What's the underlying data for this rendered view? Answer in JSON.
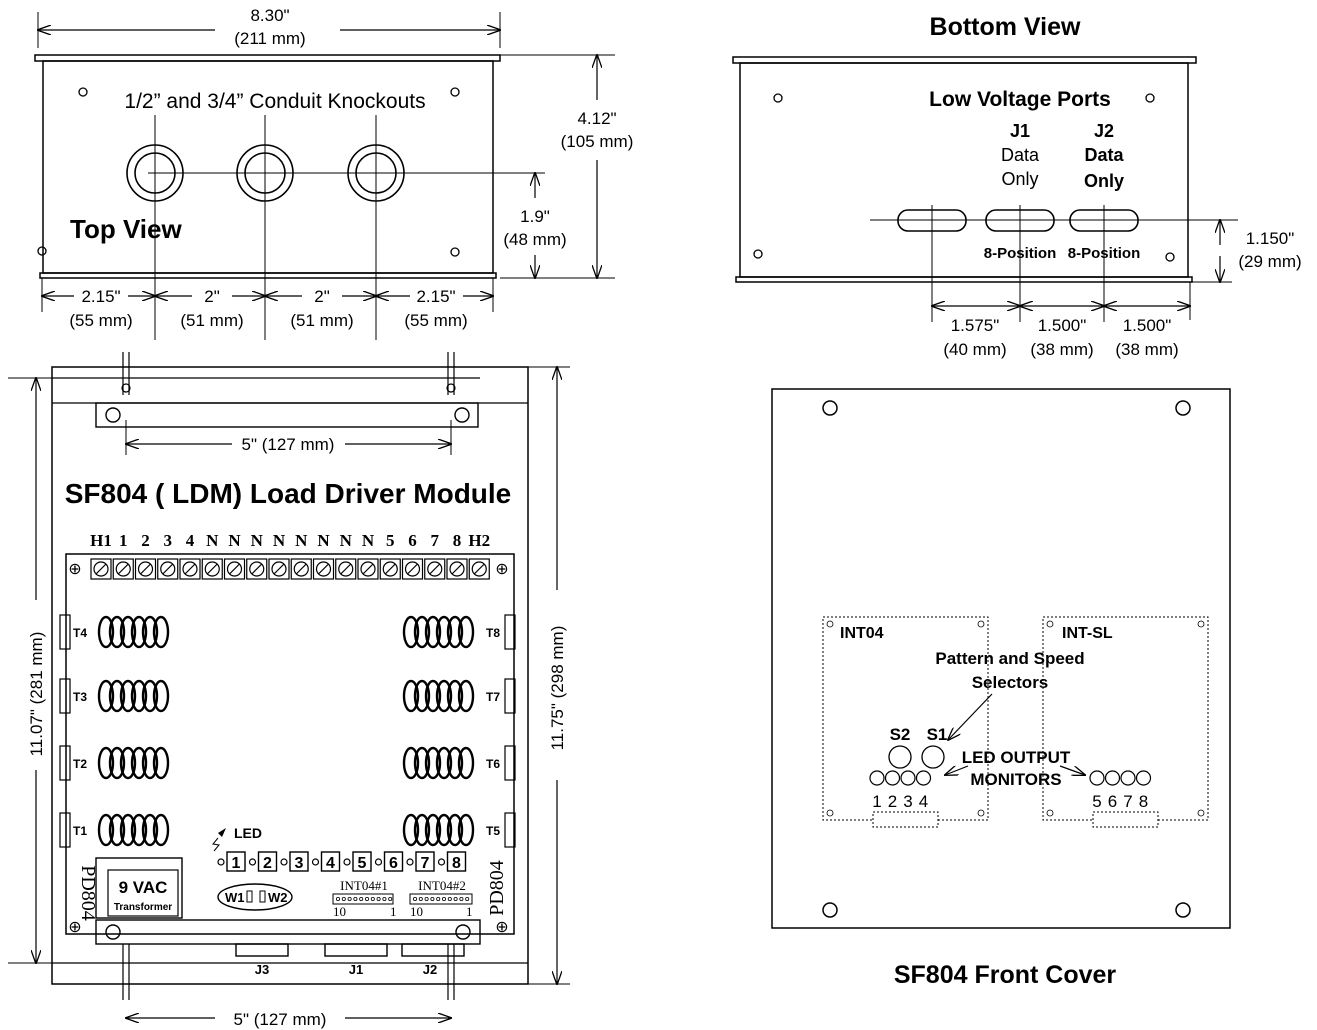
{
  "top_view": {
    "title": "Top View",
    "width_in": "8.30\"",
    "width_mm": "(211 mm)",
    "knockouts_label": "1/2” and 3/4” Conduit Knockouts",
    "height_in": "4.12\"",
    "height_mm": "(105 mm)",
    "center_in": "1.9\"",
    "center_mm": "(48 mm)",
    "spacing": [
      {
        "in": "2.15\"",
        "mm": "(55 mm)"
      },
      {
        "in": "2\"",
        "mm": "(51 mm)"
      },
      {
        "in": "2\"",
        "mm": "(51 mm)"
      },
      {
        "in": "2.15\"",
        "mm": "(55 mm)"
      }
    ]
  },
  "bottom_view": {
    "title": "Bottom View",
    "ports_label": "Low Voltage Ports",
    "j1": {
      "name": "J1",
      "line1": "Data",
      "line2": "Only"
    },
    "j2": {
      "name": "J2",
      "line1": "Data",
      "line2": "Only"
    },
    "pos1": "8-Position",
    "pos2": "8-Position",
    "height_in": "1.150\"",
    "height_mm": "(29 mm)",
    "spacing": [
      {
        "in": "1.575\"",
        "mm": "(40 mm)"
      },
      {
        "in": "1.500\"",
        "mm": "(38 mm)"
      },
      {
        "in": "1.500\"",
        "mm": "(38 mm)"
      }
    ]
  },
  "module": {
    "title": "SF804 ( LDM) Load Driver Module",
    "top_dim": "5\" (127 mm)",
    "bottom_dim": "5\" (127 mm)",
    "height_left": "11.07\" (281 mm)",
    "height_right": "11.75\" (298 mm)",
    "terminals": [
      "H1",
      "1",
      "2",
      "3",
      "4",
      "N",
      "N",
      "N",
      "N",
      "N",
      "N",
      "N",
      "N",
      "5",
      "6",
      "7",
      "8",
      "H2"
    ],
    "triacs_left": [
      "T4",
      "T3",
      "T2",
      "T1"
    ],
    "triacs_right": [
      "T8",
      "T7",
      "T6",
      "T5"
    ],
    "led_label": "LED",
    "led_numbers": [
      "1",
      "2",
      "3",
      "4",
      "5",
      "6",
      "7",
      "8"
    ],
    "transformer_volts": "9 VAC",
    "transformer_label": "Transformer",
    "w1": "W1",
    "w2": "W2",
    "int1": "INT04#1",
    "int2": "INT04#2",
    "pin_hi": "10",
    "pin_lo": "1",
    "side_left": "PD804",
    "side_right": "PD804",
    "connectors": [
      "J3",
      "J1",
      "J2"
    ]
  },
  "front_cover": {
    "title": "SF804 Front Cover",
    "board_left": "INT04",
    "board_right": "INT-SL",
    "selectors_line1": "Pattern and Speed",
    "selectors_line2": "Selectors",
    "s2": "S2",
    "s1": "S1",
    "monitors_line1": "LED OUTPUT",
    "monitors_line2": "MONITORS",
    "leds_left": [
      "1",
      "2",
      "3",
      "4"
    ],
    "leds_right": [
      "5",
      "6",
      "7",
      "8"
    ]
  }
}
